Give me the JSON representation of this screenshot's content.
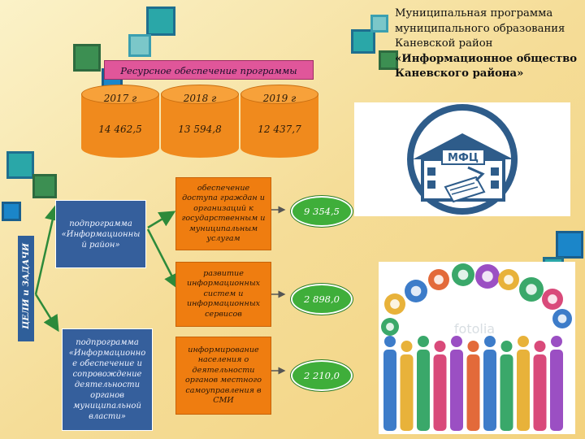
{
  "header": {
    "title_lines": [
      "Муниципальная программа",
      "муниципального образования",
      "Каневской район"
    ],
    "program_name_lines": [
      "«Информационное общество",
      "Каневского района»"
    ]
  },
  "resources": {
    "banner": "Ресурсное обеспечение программы",
    "years": [
      {
        "year": "2017 г",
        "value": "14 462,5"
      },
      {
        "year": "2018 г",
        "value": "13 594,8"
      },
      {
        "year": "2019 г",
        "value": "12 437,7"
      }
    ]
  },
  "side_label": "ЦЕЛИ и ЗАДАЧИ",
  "subprograms": [
    {
      "text": "подпрограмма «Информационны й район»"
    },
    {
      "text": "подпрограмма «Информационно е обеспечение и сопровождение деятельности органов муниципальной власти»"
    }
  ],
  "tasks": [
    {
      "text": "обеспечение доступа граждан и организаций к государственным и муниципальным услугам",
      "amount": "9 354,5"
    },
    {
      "text": "развитие информационных систем и информационных сервисов",
      "amount": "2 898,0"
    },
    {
      "text": "информирование населения о деятельности органов местного самоуправления в СМИ",
      "amount": "2 210,0"
    }
  ],
  "images": {
    "mfc_icon_text": "МФЦ",
    "people_watermark": "fotolia"
  },
  "colors": {
    "background": "#f6e3a8",
    "banner": "#e0569a",
    "cylinder": "#f08a1d",
    "subprogram_box": "#355f9c",
    "task_box": "#ef7d10",
    "amount_oval": "#3fae3a",
    "mfc_ring": "#2e5c8a"
  }
}
